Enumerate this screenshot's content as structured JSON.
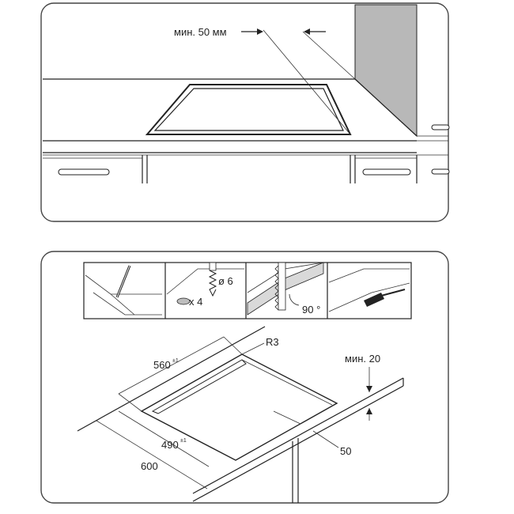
{
  "top_panel": {
    "min_clearance_label": "мин. 50 мм"
  },
  "bottom_panel": {
    "steps": [
      {
        "name": "mark-outline"
      },
      {
        "name": "drill-holes",
        "drill_diameter_label": "ø 6",
        "hole_count_label": "x 4"
      },
      {
        "name": "saw-cut",
        "angle_label": "90 °"
      },
      {
        "name": "seal-edges"
      }
    ],
    "cutout": {
      "radius_label": "R3",
      "width_label": "560",
      "width_tolerance": "±1",
      "depth_label": "490",
      "depth_tolerance": "±1",
      "worktop_depth_label": "600",
      "front_clearance_label": "50",
      "min_thickness_label": "мин. 20"
    }
  },
  "colors": {
    "line": "#222222",
    "wall_shade": "#b8b8b8",
    "panel_border": "#444444"
  }
}
